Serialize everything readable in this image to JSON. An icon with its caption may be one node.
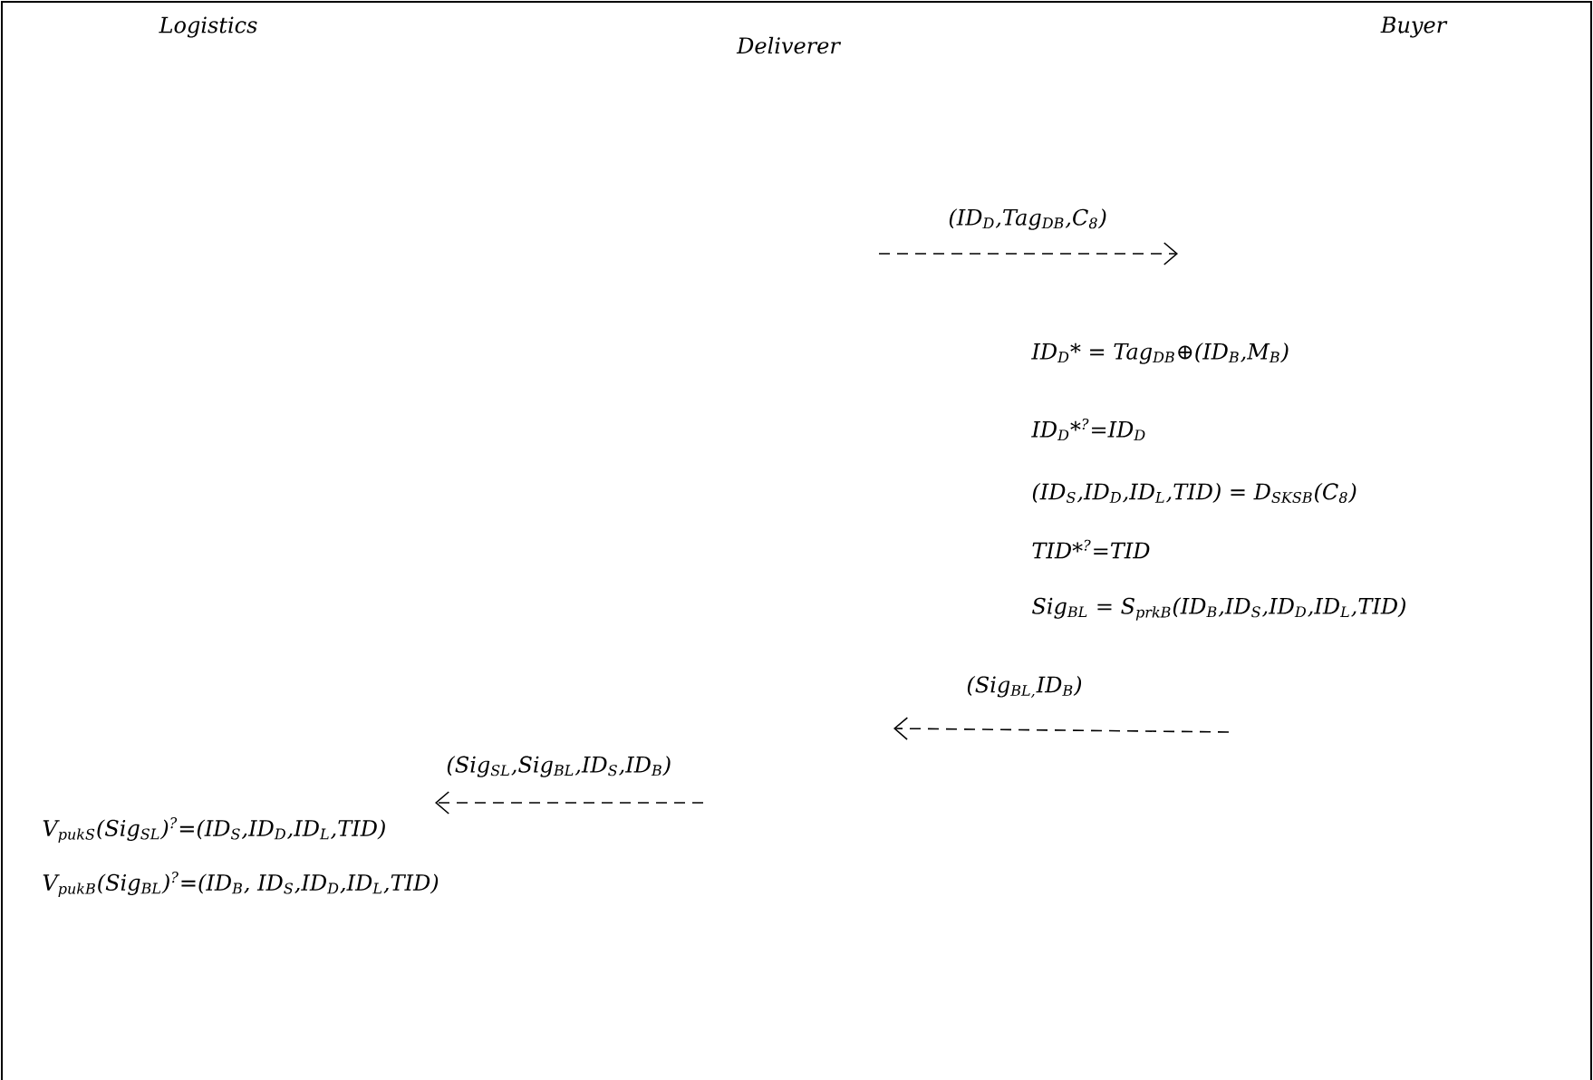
{
  "diagram": {
    "nodes": [
      {
        "text": [
          "Logistics"
        ]
      },
      {
        "text": [
          "Deliverer"
        ]
      },
      {
        "text": [
          "Buyer"
        ]
      }
    ],
    "labels": [
      "(ID$_{D}$,Tag$_{DB}$,C$_{8}$)",
      "ID$_{D}$* = Tag$_{DB}$⊕(ID$_{B}$,M$_{B}$)",
      "ID$_{D}$*$^{?}$=ID$_{D}$",
      "(ID$_{S}$,ID$_{D}$,ID$_{L}$,TID) = D$_{SKSB}$(C$_{8}$)",
      "TID*$^{?}$=TID",
      "Sig$_{BL}$ = S$_{prkB}$(ID$_{B}$,ID$_{S}$,ID$_{D}$,ID$_{L}$,TID)",
      "(Sig$_{BL,}$ID$_{B}$)",
      "(Sig$_{SL}$,Sig$_{BL}$,ID$_{S}$,ID$_{B}$)",
      "V$_{pukS}$(Sig$_{SL}$)$^{?}$=(ID$_{S}$,ID$_{D}$,ID$_{L}$,TID)",
      "V$_{pukB}$(Sig$_{BL}$)$^{?}$=(ID$_{B}$, ID$_{S}$,ID$_{D}$,ID$_{L}$,TID)"
    ]
  }
}
